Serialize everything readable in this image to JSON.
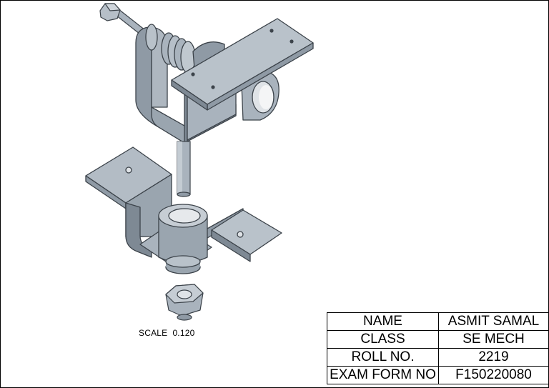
{
  "scale": {
    "label": "SCALE",
    "value": "0.120"
  },
  "title_block": {
    "rows": [
      {
        "field": "NAME",
        "value": "ASMIT SAMAL"
      },
      {
        "field": "CLASS",
        "value": "SE MECH"
      },
      {
        "field": "ROLL NO.",
        "value": "2219"
      },
      {
        "field": "EXAM FORM NO",
        "value": "F150220080"
      }
    ]
  },
  "colors": {
    "metal": "#a9b3bd",
    "metal_light": "#c6cdd4",
    "metal_dark": "#7e8994",
    "edge": "#3c434a"
  }
}
